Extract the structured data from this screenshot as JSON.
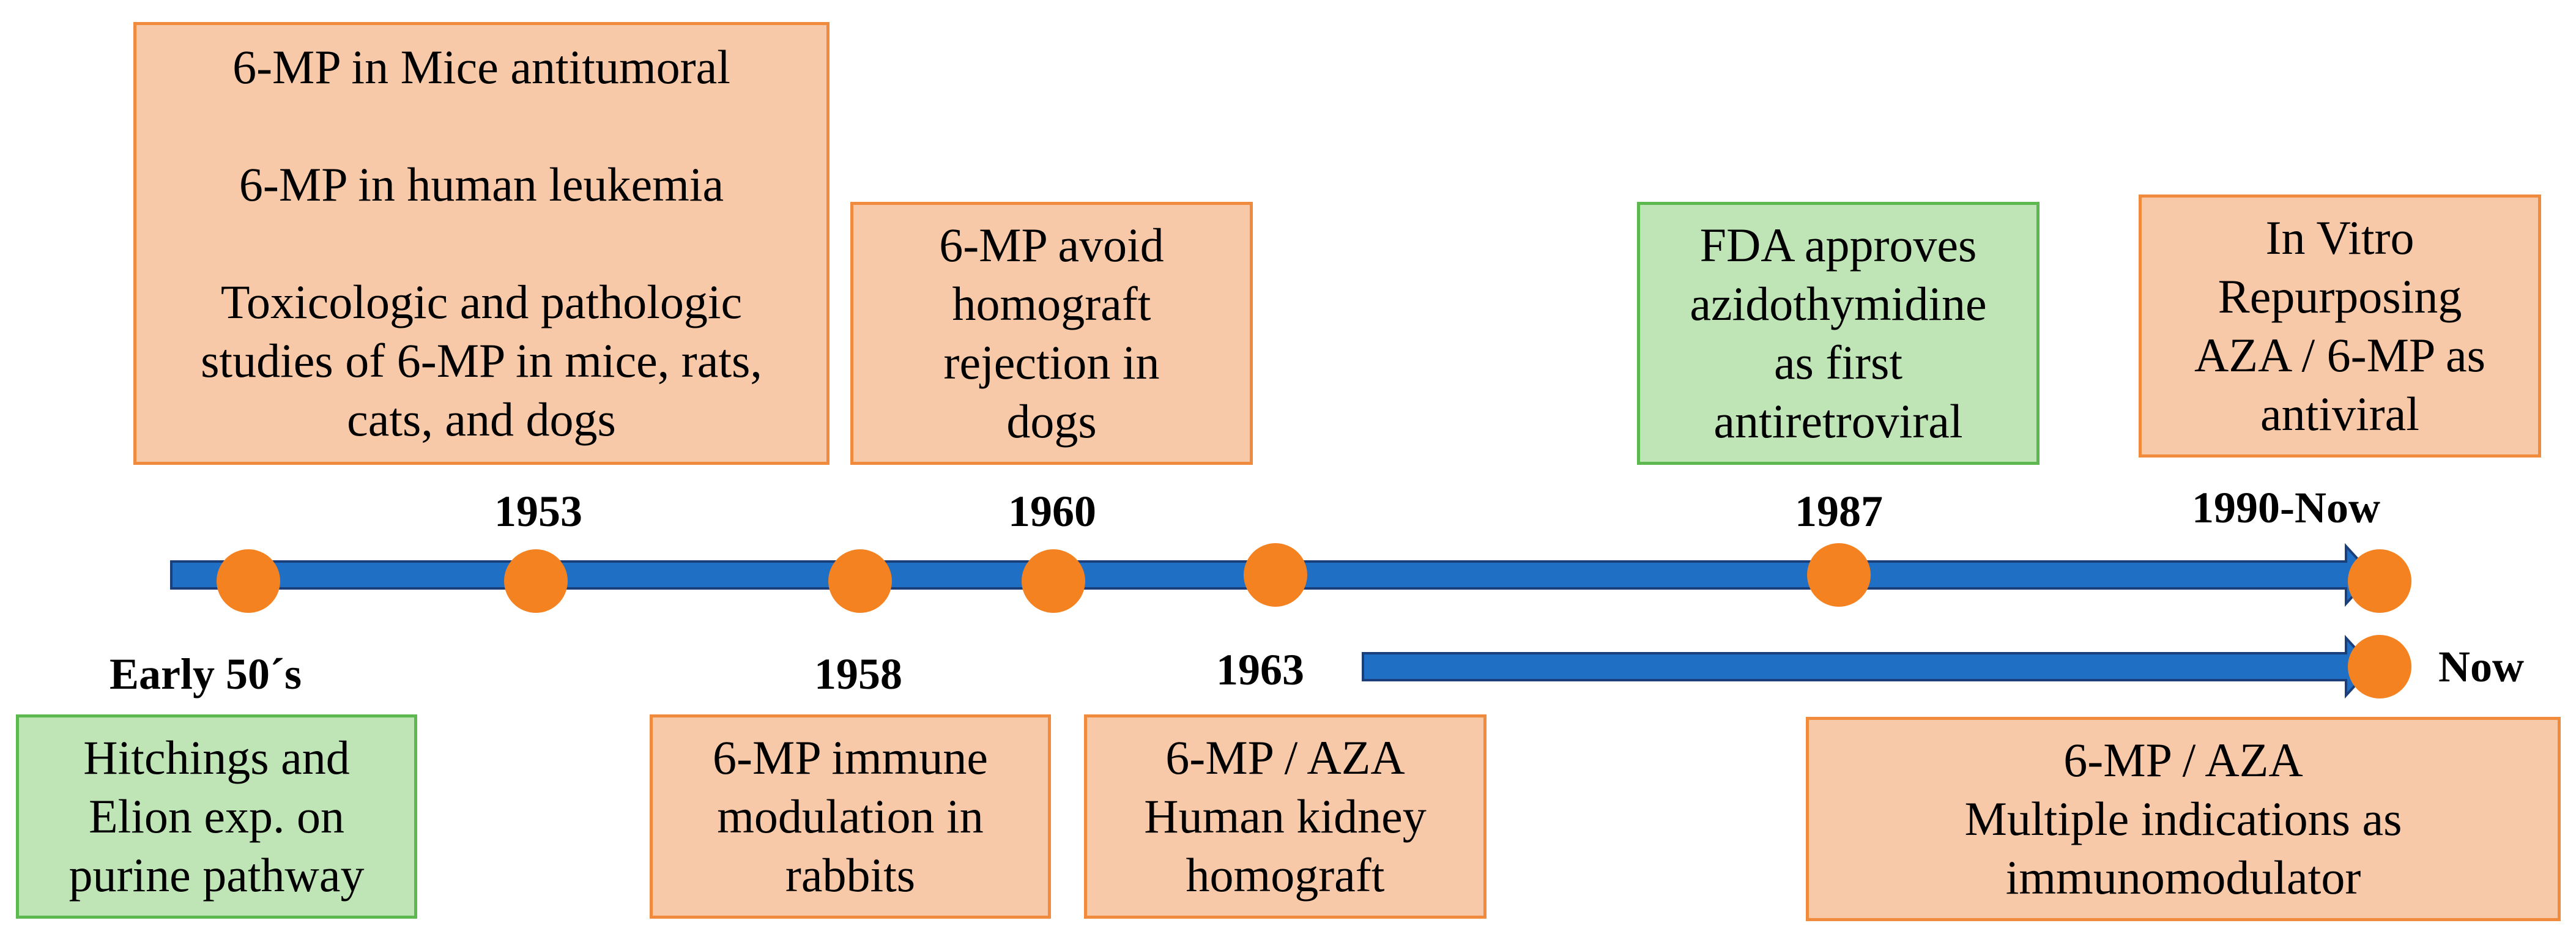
{
  "colors": {
    "arrow": "#1f6fc5",
    "arrow_outline": "#1a3f7a",
    "dot": "#f58220",
    "box_orange_fill": "#f8c9a8",
    "box_orange_border": "#f08a3c",
    "box_green_fill": "#bfe4b6",
    "box_green_border": "#5cb84f"
  },
  "years": {
    "early50s": "Early 50´s",
    "y1953": "1953",
    "y1958": "1958",
    "y1960": "1960",
    "y1963": "1963",
    "y1987": "1987",
    "y1990now": "1990-Now",
    "now": "Now"
  },
  "boxes": {
    "b1953": {
      "lines": [
        "6-MP in Mice antitumoral",
        "",
        "6-MP in human leukemia",
        "",
        "Toxicologic and pathologic",
        "studies of 6-MP in mice, rats,",
        "cats, and dogs"
      ]
    },
    "b1960": {
      "lines": [
        "6-MP avoid",
        "homograft",
        "rejection in",
        "dogs"
      ]
    },
    "b1987": {
      "lines": [
        "FDA approves",
        "azidothymidine",
        "as first",
        "antiretroviral"
      ]
    },
    "b1990": {
      "lines": [
        "In Vitro",
        "Repurposing",
        "AZA / 6-MP as",
        "antiviral"
      ]
    },
    "bEarly": {
      "lines": [
        "Hitchings and",
        "Elion exp. on",
        "purine pathway"
      ]
    },
    "b1958": {
      "lines": [
        "6-MP immune",
        "modulation in",
        "rabbits"
      ]
    },
    "b1963": {
      "lines": [
        "6-MP / AZA",
        "Human kidney",
        "homograft"
      ]
    },
    "bNow": {
      "lines": [
        "6-MP / AZA",
        "Multiple indications as",
        "immunomodulator"
      ]
    }
  }
}
